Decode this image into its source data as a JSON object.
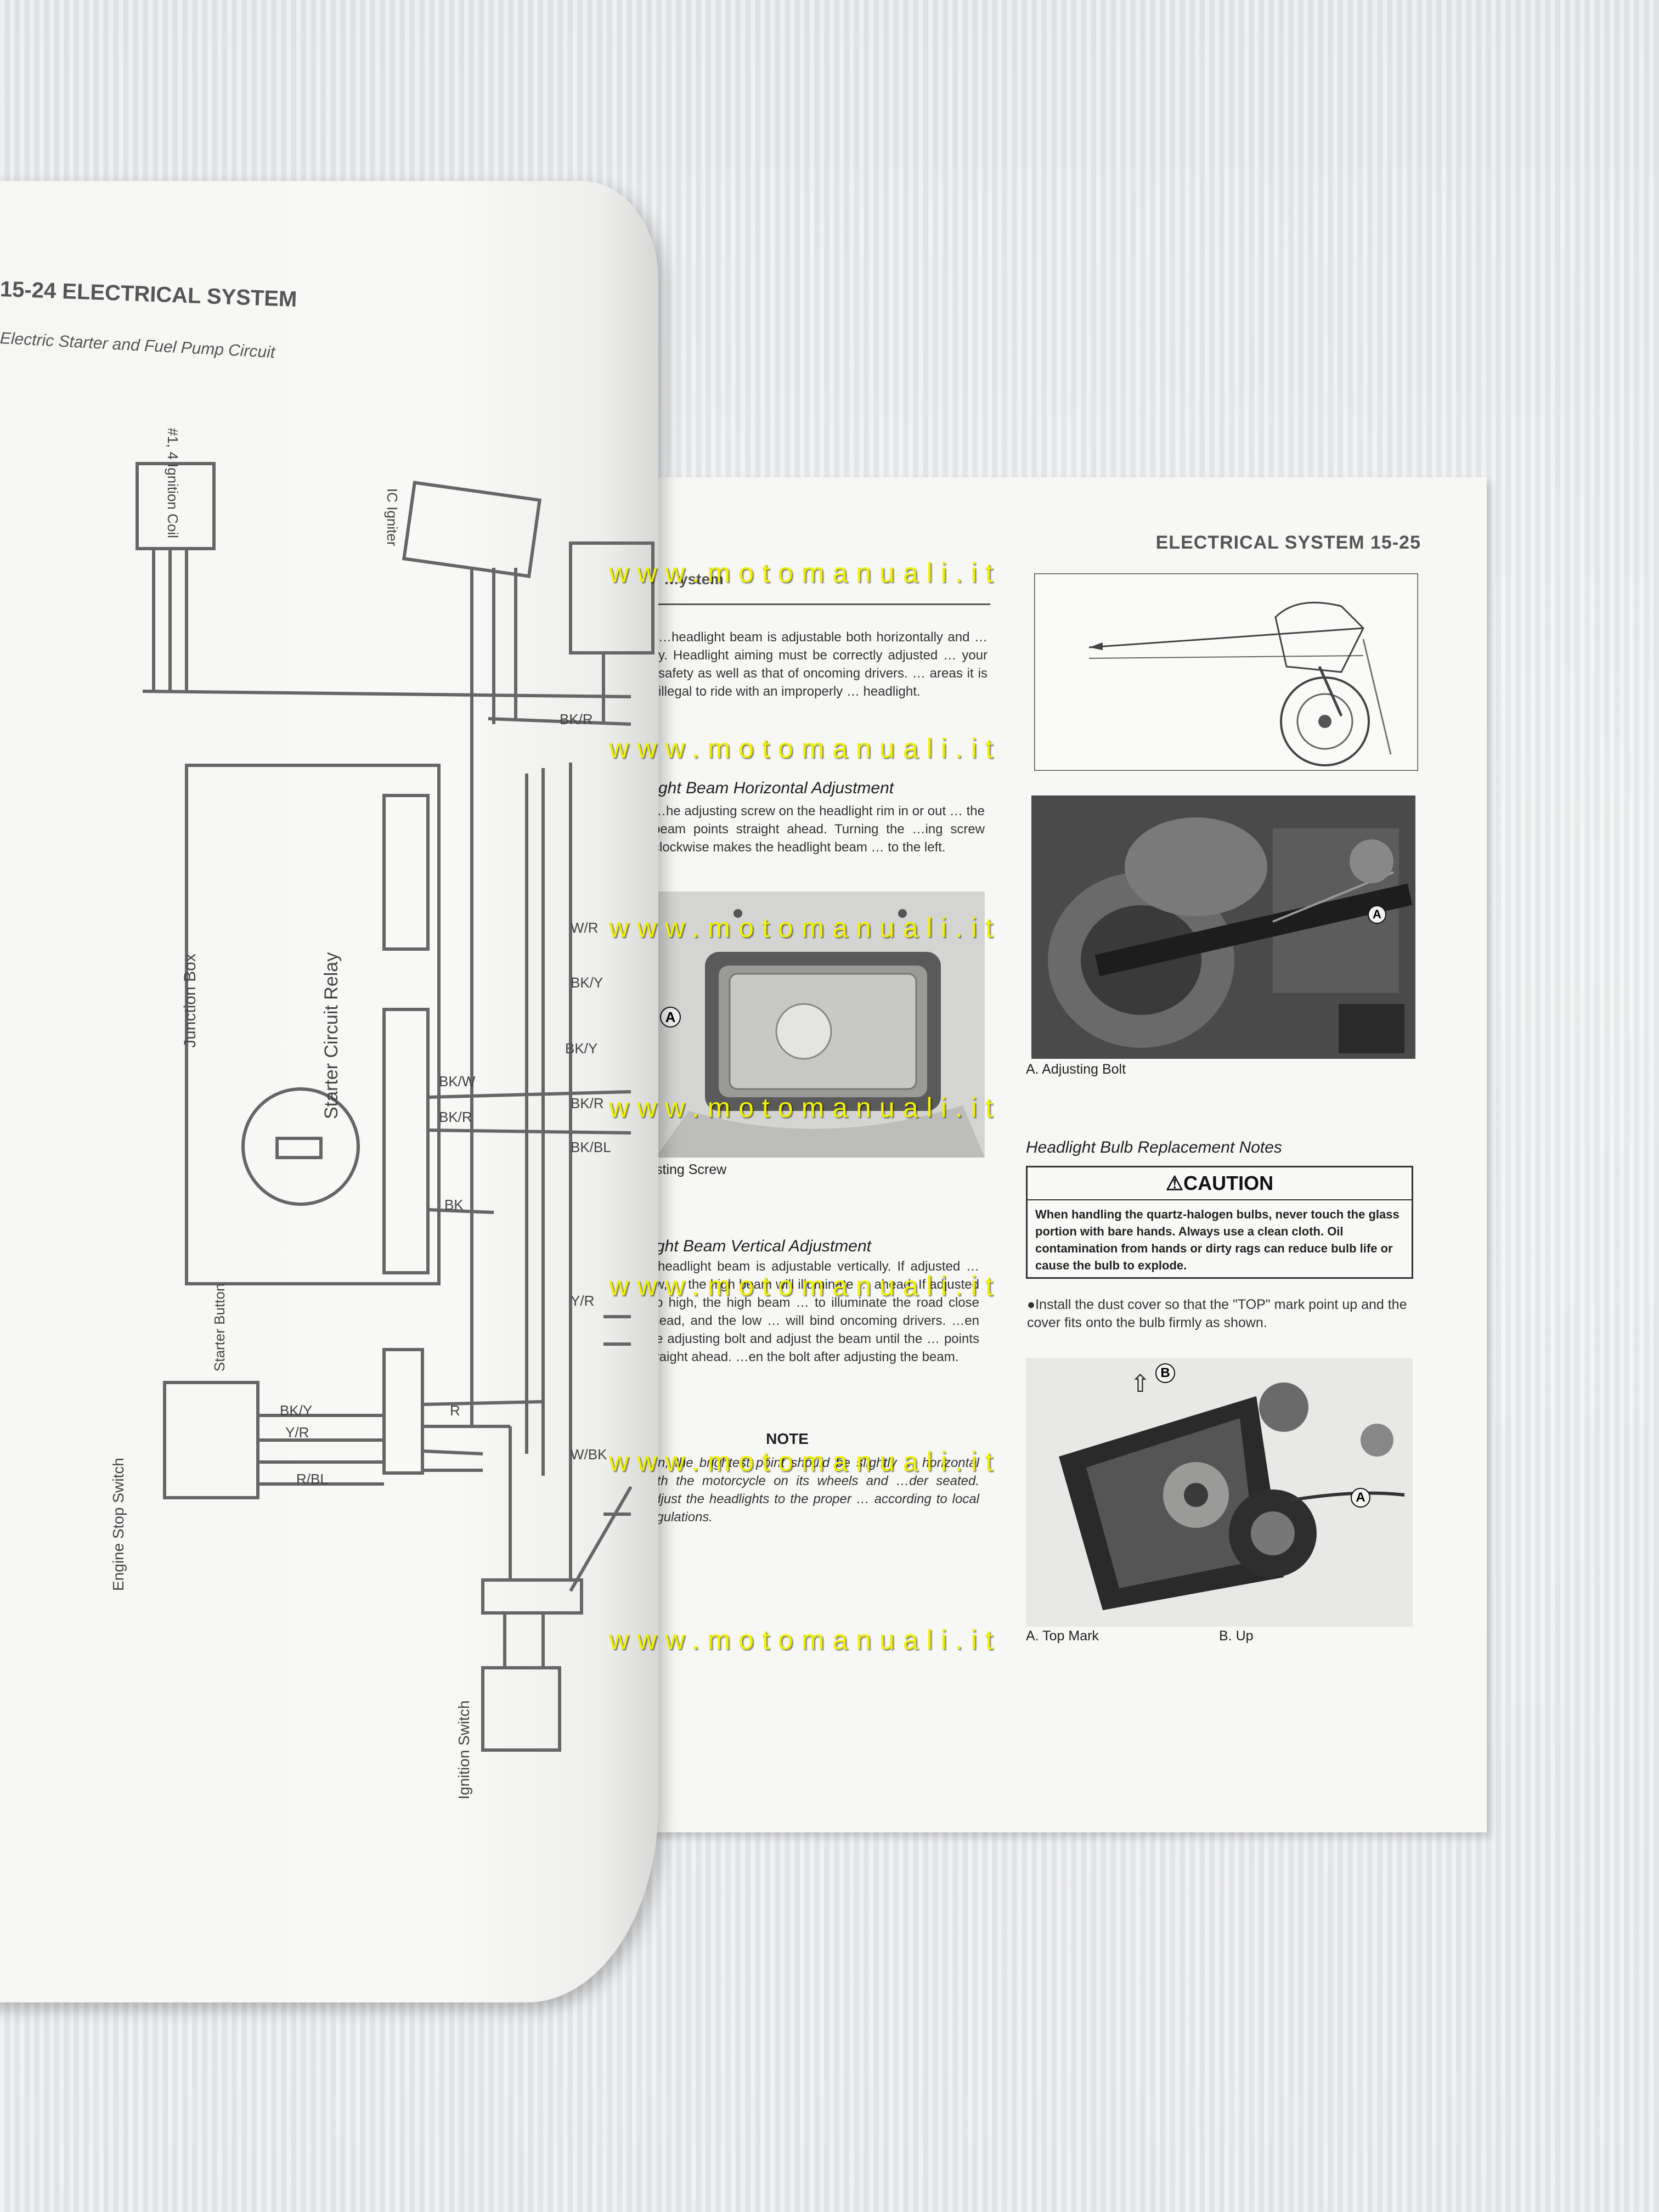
{
  "left_page": {
    "header": "15-24 ELECTRICAL SYSTEM",
    "subtitle": "Electric Starter and Fuel Pump Circuit",
    "diagram_labels": {
      "ignition_coil": "#1, 4 Ignition Coil",
      "ic_igniter": "IC Igniter",
      "junction_box": "Junction Box",
      "starter_circuit_relay": "Starter Circuit Relay",
      "starter_button": "Starter Button",
      "engine_stop_switch": "Engine Stop Switch",
      "ignition_switch": "Ignition Switch"
    },
    "wire_codes": [
      "BK/R",
      "BK/Y",
      "BK/W",
      "BK/R",
      "BK",
      "R",
      "Y/R",
      "W/BK",
      "BK/Y",
      "Y/R",
      "BK/R",
      "BK/BL",
      "W/R",
      "BK/Y",
      "R/BL"
    ]
  },
  "right_page": {
    "header": "ELECTRICAL SYSTEM 15-25",
    "section_title": "…ystem",
    "intro_text": "…headlight beam is adjustable both horizontally and …y. Headlight aiming must be correctly adjusted … your safety as well as that of oncoming drivers. … areas it is illegal to ride with an improperly … headlight.",
    "horizontal_heading": "…ght Beam Horizontal Adjustment",
    "horizontal_text": "…he adjusting screw on the headlight rim in or out … the beam points straight ahead. Turning the …ing screw clockwise makes the headlight beam … to the left.",
    "photo1_marker": "A",
    "photo1_caption": "…sting Screw",
    "vertical_heading": "…ght Beam Vertical Adjustment",
    "vertical_text": "…headlight beam is adjustable vertically. If adjusted … low, … the high beam will illuminate … ahead. If adjusted too high, the high beam … to illuminate the road close ahead, and the low … will bind oncoming drivers. …en the adjusting bolt and adjust the beam until the … points straight ahead. …en the bolt after adjusting the beam.",
    "note_title": "NOTE",
    "note_text": "…n, the brightest point should be slightly … horizontal with the motorcycle on its wheels and …der seated. Adjust the headlights to the proper … according to local regulations.",
    "photo2_caption": "A. Adjusting Bolt",
    "photo2_marker": "A",
    "bulb_heading": "Headlight Bulb Replacement Notes",
    "caution_title": "CAUTION",
    "caution_text": "When handling the quartz-halogen bulbs, never touch the glass portion with bare hands. Always use a clean cloth. Oil contamination from hands or dirty rags can reduce bulb life or cause the bulb to explode.",
    "bullet_text": "Install the dust cover so that the \"TOP\" mark point up and the cover fits onto the bulb firmly as shown.",
    "photo3_marker_a": "A",
    "photo3_marker_b": "B",
    "photo3_caption_a": "A. Top Mark",
    "photo3_caption_b": "B. Up"
  },
  "watermark_text": "www.motomanuali.it"
}
